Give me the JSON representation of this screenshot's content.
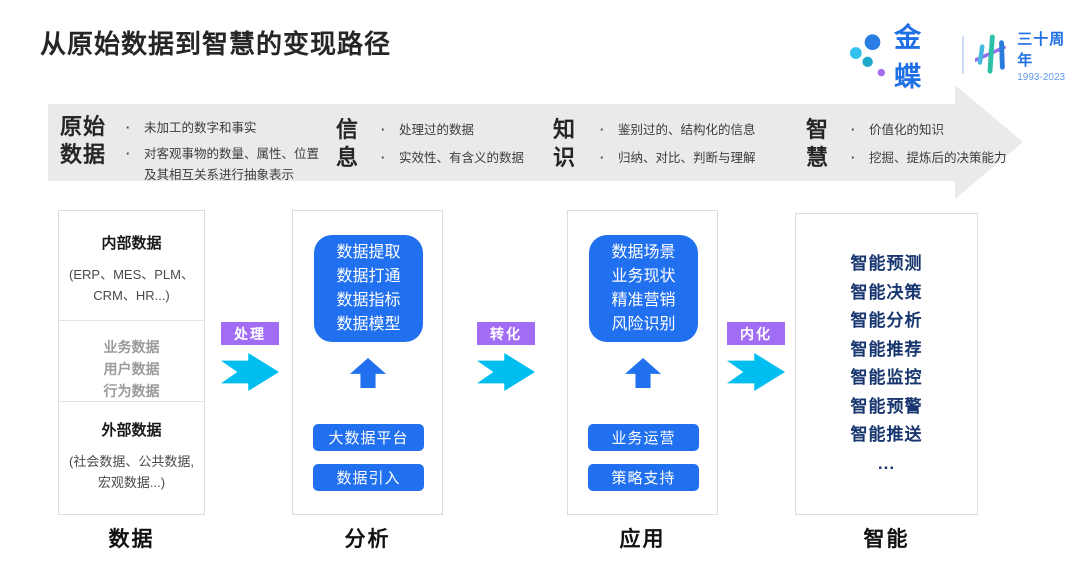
{
  "title": "从原始数据到智慧的变现路径",
  "logo": {
    "brand": "金蝶",
    "anniversary": "三十周年",
    "years": "1993-2023"
  },
  "banner": {
    "stages": [
      {
        "label": "原始\n数据",
        "bullets": [
          "未加工的数字和事实",
          "对客观事物的数量、属性、位置及其相互关系进行抽象表示"
        ]
      },
      {
        "label": "信\n息",
        "bullets": [
          "处理过的数据",
          "实效性、有含义的数据"
        ]
      },
      {
        "label": "知\n识",
        "bullets": [
          "鉴别过的、结构化的信息",
          "归纳、对比、判断与理解"
        ]
      },
      {
        "label": "智\n慧",
        "bullets": [
          "价值化的知识",
          "挖掘、提炼后的决策能力"
        ]
      }
    ]
  },
  "columns": {
    "data": {
      "footer": "数据",
      "sections": [
        {
          "heading": "内部数据",
          "lines": [
            "(ERP、MES、PLM、",
            "CRM、HR...)"
          ]
        },
        {
          "items": [
            "业务数据",
            "用户数据",
            "行为数据"
          ]
        },
        {
          "heading": "外部数据",
          "lines": [
            "(社会数据、公共数据,",
            "宏观数据...)"
          ]
        }
      ]
    },
    "analysis": {
      "footer": "分析",
      "card_lines": [
        "数据提取",
        "数据打通",
        "数据指标",
        "数据模型"
      ],
      "buttons": [
        "大数据平台",
        "数据引入"
      ]
    },
    "application": {
      "footer": "应用",
      "card_lines": [
        "数据场景",
        "业务现状",
        "精准营销",
        "风险识别"
      ],
      "buttons": [
        "业务运营",
        "策略支持"
      ]
    },
    "intelligence": {
      "footer": "智能",
      "items": [
        "智能预测",
        "智能决策",
        "智能分析",
        "智能推荐",
        "智能监控",
        "智能预警",
        "智能推送",
        "..."
      ]
    }
  },
  "connectors": [
    {
      "label": "处理"
    },
    {
      "label": "转化"
    },
    {
      "label": "内化"
    }
  ],
  "colors": {
    "card_blue": "#2170ef",
    "arrow_cyan": "#00bff0",
    "badge_purple": "#a16df4",
    "intel_navy": "#17356e",
    "banner_gray": "#eaeaea",
    "brand_blue": "#1f6fe5"
  }
}
